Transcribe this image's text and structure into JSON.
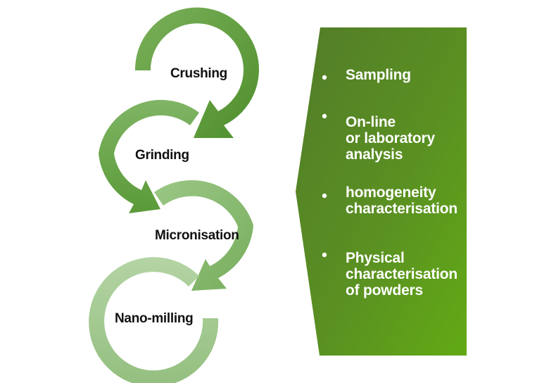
{
  "steps": [
    {
      "label": "Crushing",
      "color": "#5e9d3c"
    },
    {
      "label": "Grinding",
      "color": "#6aa84a"
    },
    {
      "label": "Micronisation",
      "color": "#8fc077"
    },
    {
      "label": "Nano-milling",
      "color": "#a6cc94"
    }
  ],
  "panel": {
    "color_top": "#527c28",
    "color_bottom": "#62aa14",
    "items": [
      {
        "lines": [
          "Sampling"
        ]
      },
      {
        "lines": [
          "On-line",
          "or laboratory",
          "analysis"
        ]
      },
      {
        "lines": [
          "homogeneity",
          "characterisation"
        ]
      },
      {
        "lines": [
          "Physical",
          "characterisation",
          "of powders"
        ]
      }
    ]
  }
}
